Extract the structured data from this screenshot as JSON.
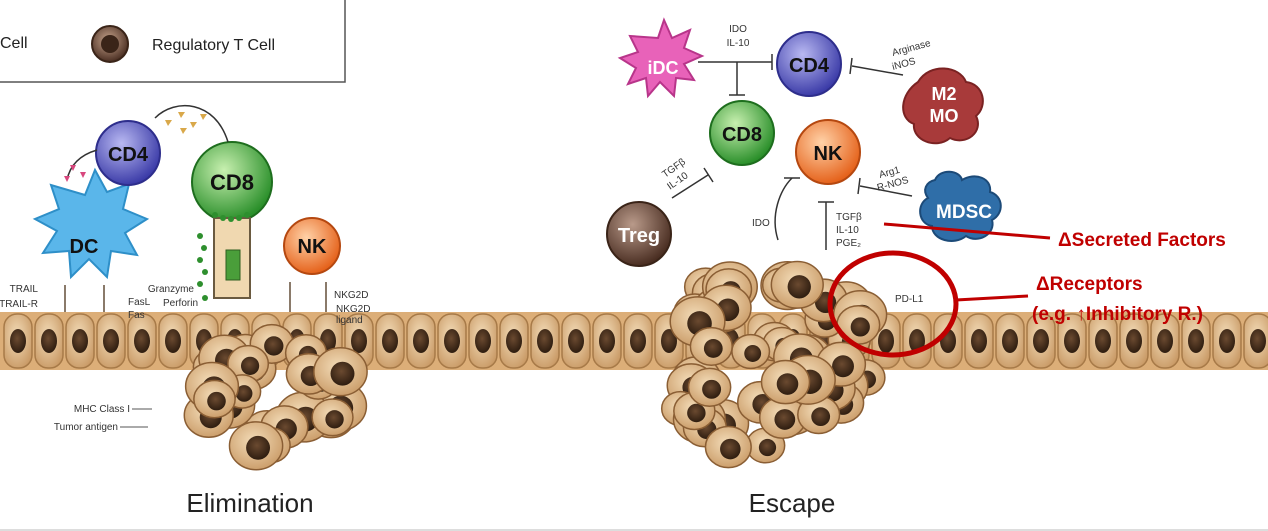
{
  "legend": {
    "partial_left": "Cell",
    "regulatory": "Regulatory T Cell"
  },
  "elimination": {
    "title": "Elimination",
    "cells": {
      "cd4": "CD4",
      "cd8": "CD8",
      "dc": "DC",
      "nk": "NK"
    },
    "labels": {
      "trail": "TRAIL",
      "trail_r": "TRAIL-R",
      "fasl": "FasL",
      "fas": "Fas",
      "granzyme": "Granzyme",
      "perforin": "Perforin",
      "nkg2d": "NKG2D",
      "nkg2d_ligand_1": "NKG2D",
      "nkg2d_ligand_2": "ligand",
      "mhc": "MHC Class I",
      "tumor_antigen": "Tumor antigen"
    }
  },
  "escape": {
    "title": "Escape",
    "cells": {
      "idc": "iDC",
      "cd4": "CD4",
      "cd8": "CD8",
      "nk": "NK",
      "treg": "Treg",
      "m2_1": "M2",
      "m2_2": "MO",
      "mdsc": "MDSC"
    },
    "labels": {
      "ido_top": "IDO",
      "il10_top": "IL-10",
      "arginase": "Arginase",
      "inos": "iNOS",
      "tgfb_left": "TGFβ",
      "il10_left": "IL-10",
      "ido_mid": "IDO",
      "arg1": "Arg1",
      "rnos": "R-NOS",
      "tgfb_bottom": "TGFβ",
      "il10_bottom": "IL-10",
      "pge": "PGE₂",
      "pdl1": "PD-L1"
    }
  },
  "annotations": {
    "secreted": "ΔSecreted Factors",
    "receptors": "ΔReceptors",
    "inhibitory": "(e.g. ↑Inhibitory R.)"
  },
  "colors": {
    "cd4": "#5b5bc4",
    "cd8": "#3fa83f",
    "nk": "#f0762a",
    "dc": "#56b4e6",
    "idc": "#e85bb5",
    "treg": "#6a4a3a",
    "m2": "#a83a3a",
    "mdsc": "#2e6da8",
    "accent_red": "#c00000",
    "epithelium": "#e8c79a"
  }
}
